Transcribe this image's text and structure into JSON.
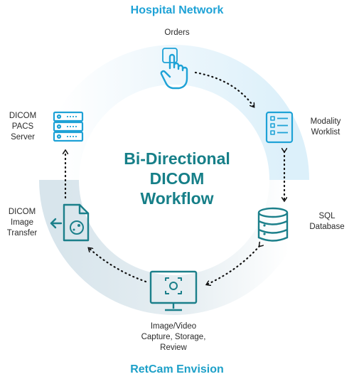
{
  "header": {
    "network_label": "Hospital Network"
  },
  "footer": {
    "envision_label": "RetCam Envision"
  },
  "center": {
    "lines": [
      "Bi-Directional",
      "DICOM",
      "Workflow"
    ]
  },
  "nodes": {
    "orders": {
      "lines": [
        "Orders"
      ],
      "icon": "pointer-hand-icon"
    },
    "worklist": {
      "lines": [
        "Modality",
        "Worklist"
      ],
      "icon": "worklist-icon"
    },
    "database": {
      "lines": [
        "SQL",
        "Database"
      ],
      "icon": "database-icon"
    },
    "capture": {
      "lines": [
        "Image/Video",
        "Capture, Storage,",
        "Review"
      ],
      "icon": "monitor-camera-icon"
    },
    "transfer": {
      "lines": [
        "DICOM",
        "Image",
        "Transfer"
      ],
      "icon": "image-file-transfer-icon"
    },
    "pacs": {
      "lines": [
        "DICOM",
        "PACS",
        "Server"
      ],
      "icon": "server-rack-icon"
    }
  },
  "colors": {
    "network_blue": "#1ea2d6",
    "envision_teal": "#167f88",
    "ring_light_blue": "#e3f2fb",
    "ring_grey_blue": "#dde8ee",
    "icon_blue": "#1ea2d6",
    "icon_teal": "#1b7f8a"
  }
}
